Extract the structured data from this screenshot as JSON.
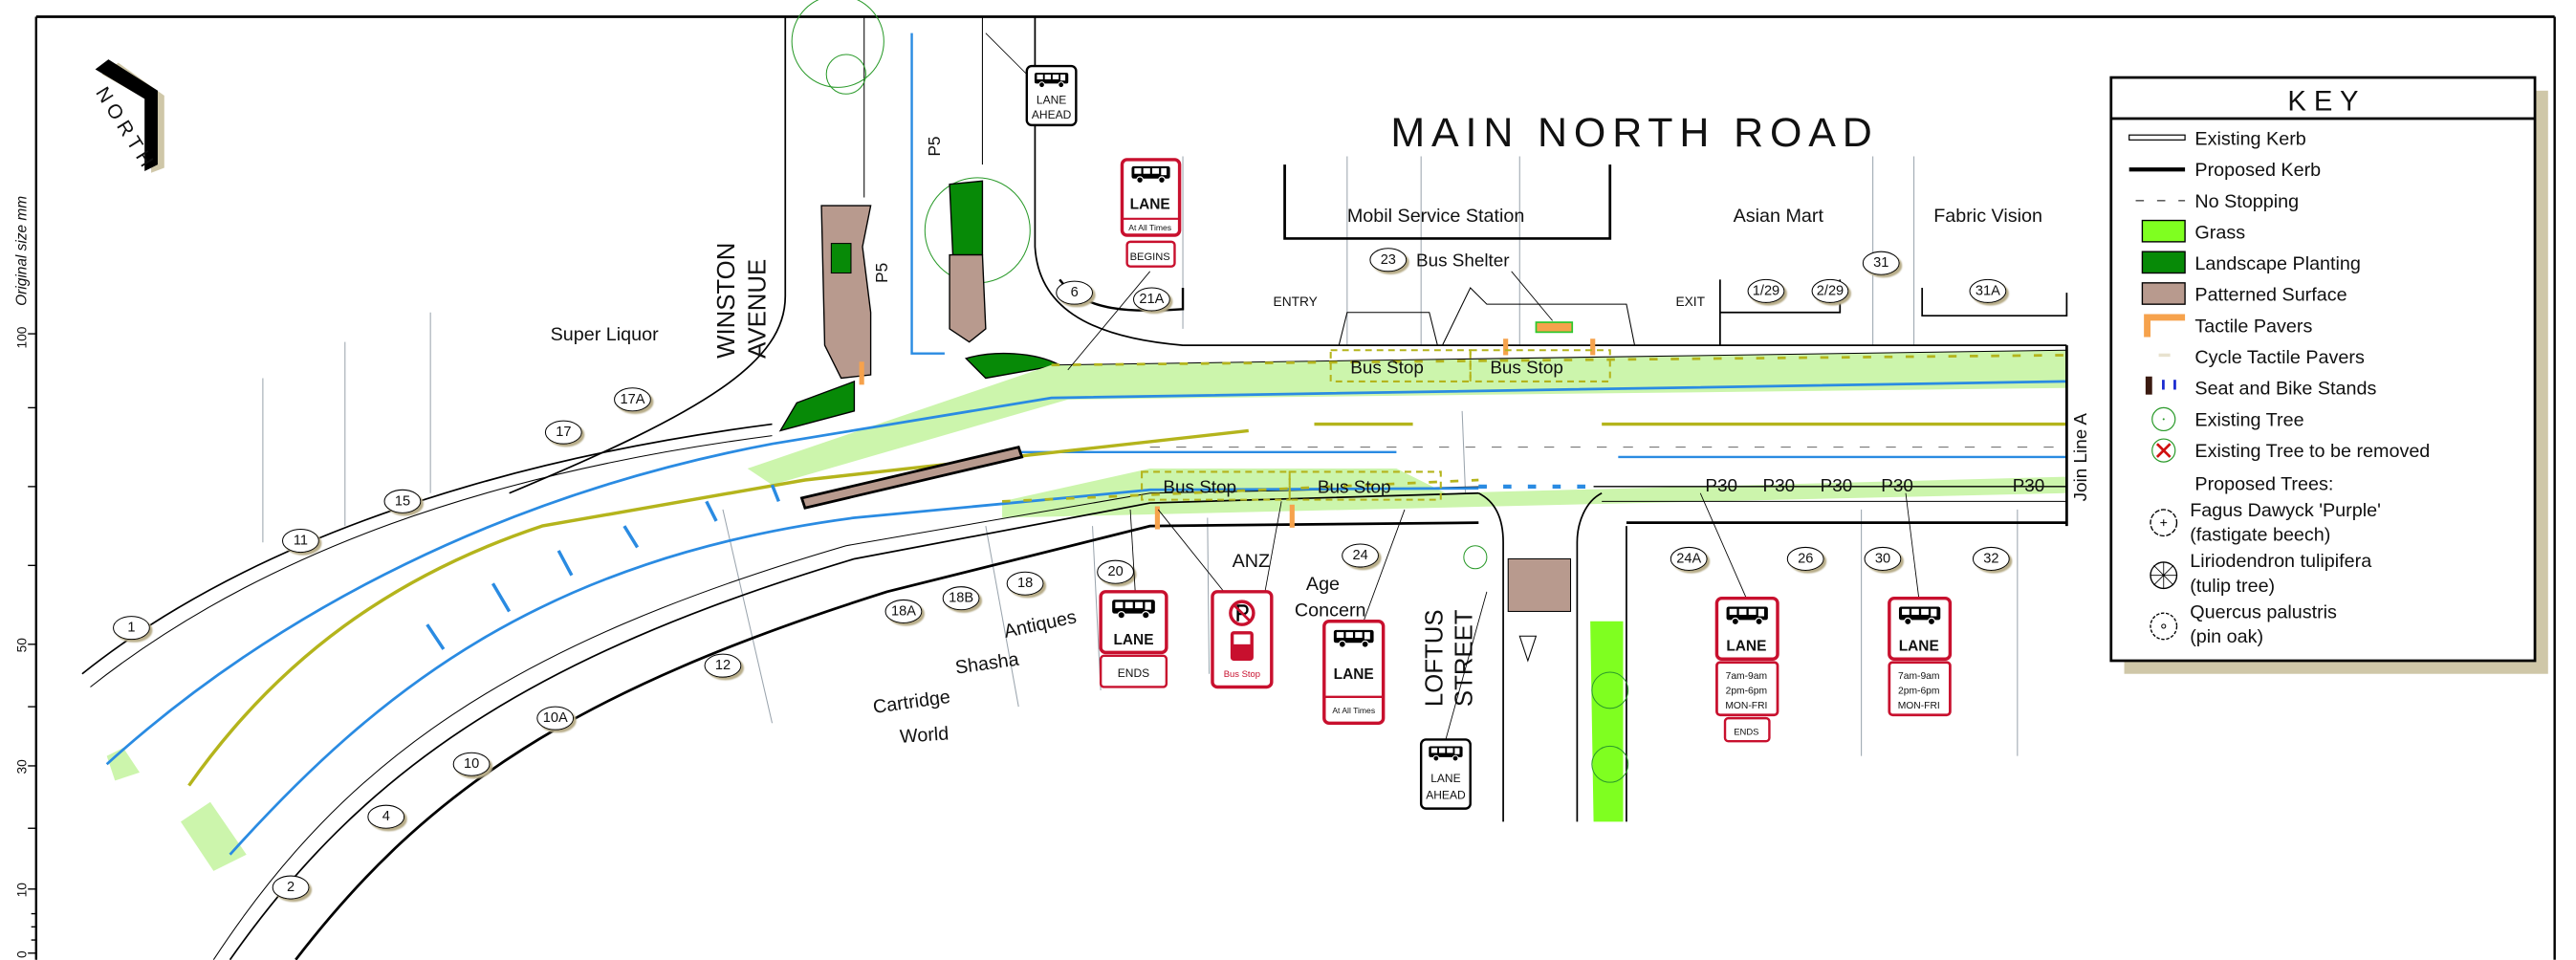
{
  "title": "MAIN NORTH ROAD",
  "north_label": "NORTH",
  "ruler": {
    "label": "Original size mm",
    "ticks": [
      "100",
      "50",
      "30",
      "10",
      "0"
    ]
  },
  "streets": {
    "winston": [
      "WINSTON",
      "AVENUE"
    ],
    "loftus": [
      "LOFTUS",
      "STREET"
    ]
  },
  "businesses": {
    "super_liquor": "Super Liquor",
    "mobil": "Mobil Service Station",
    "asian_mart": "Asian Mart",
    "fabric_vision": "Fabric Vision",
    "antiques": "Antiques",
    "shasha": "Shasha",
    "cartridge_world": [
      "Cartridge",
      "World"
    ],
    "anz": "ANZ",
    "age_concern": [
      "Age",
      "Concern"
    ]
  },
  "labels": {
    "bus_shelter": "Bus Shelter",
    "entry": "ENTRY",
    "exit": "EXIT",
    "join_line": "Join Line A",
    "bus_stop": "Bus Stop",
    "p5": "P5",
    "p30": "P30"
  },
  "property_numbers": [
    "1",
    "2",
    "4",
    "10",
    "10A",
    "11",
    "12",
    "15",
    "17",
    "17A",
    "18A",
    "18B",
    "18",
    "20",
    "24",
    "24A",
    "26",
    "30",
    "32",
    "6",
    "21A",
    "23",
    "1/29",
    "2/29",
    "31",
    "31A"
  ],
  "signs": {
    "lane": "LANE",
    "at_all_times": "At All Times",
    "begins": "BEGINS",
    "ends": "ENDS",
    "ahead": "AHEAD",
    "bus_stop": "Bus Stop",
    "times": [
      "7am-9am",
      "2pm-6pm",
      "MON-FRI"
    ]
  },
  "key": {
    "title": "K E Y",
    "items": [
      {
        "label": "Existing Kerb",
        "icon": "existing-kerb"
      },
      {
        "label": "Proposed Kerb",
        "icon": "proposed-kerb"
      },
      {
        "label": "No Stopping",
        "icon": "no-stopping"
      },
      {
        "label": "Grass",
        "icon": "grass-swatch"
      },
      {
        "label": "Landscape Planting",
        "icon": "landscape-swatch"
      },
      {
        "label": "Patterned Surface",
        "icon": "patterned-swatch"
      },
      {
        "label": "Tactile Pavers",
        "icon": "tactile-pavers"
      },
      {
        "label": "Cycle Tactile Pavers",
        "icon": "cycle-tactile-pavers"
      },
      {
        "label": "Seat and Bike Stands",
        "icon": "seat-bike-stands"
      },
      {
        "label": "Existing Tree",
        "icon": "existing-tree"
      },
      {
        "label": "Existing Tree to be removed",
        "icon": "tree-removed"
      }
    ],
    "proposed_heading": "Proposed Trees:",
    "trees": [
      {
        "name": "Fagus Dawyck 'Purple'",
        "common": "(fastigate beech)",
        "icon": "fagus-tree"
      },
      {
        "name": "Liriodendron tulipifera",
        "common": "(tulip tree)",
        "icon": "tulip-tree"
      },
      {
        "name": "Quercus palustris",
        "common": "(pin oak)",
        "icon": "pin-oak-tree"
      }
    ]
  },
  "colors": {
    "grass": "#7fff20",
    "landscape": "#078a07",
    "patterned": "#b89a8e",
    "tactile": "#f6a24c",
    "bus_lane_strip": "#ccf5ac",
    "lane_line": "#2a8be2",
    "centre_line": "#b4b41c",
    "sign_red": "#c8102e",
    "key_shadow": "#cfc7a8"
  }
}
